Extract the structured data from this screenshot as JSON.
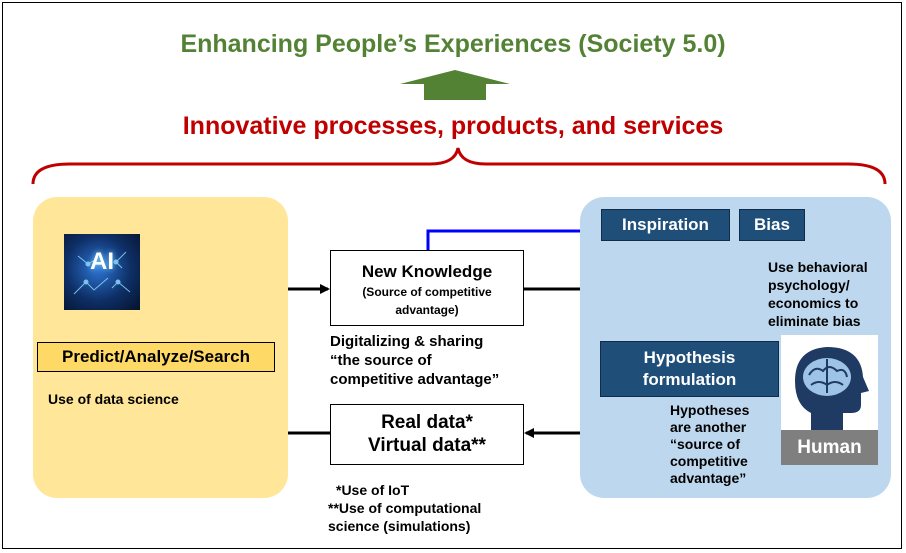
{
  "title_top": "Enhancing People’s Experiences (Society 5.0)",
  "title_mid": "Innovative processes, products, and services",
  "left_panel": {
    "ai_label": "AI",
    "predict_label": "Predict/Analyze/Search",
    "data_science_note": "Use of data science"
  },
  "center": {
    "new_knowledge": {
      "title": "New Knowledge",
      "sub_line1": "(Source of competitive",
      "sub_line2": "advantage)"
    },
    "digitalizing": {
      "line1": "Digitalizing & sharing",
      "line2": "“the source of",
      "line3": "competitive advantage”"
    },
    "data_box": {
      "line1": "Real data*",
      "line2": "Virtual data**"
    },
    "footnotes": {
      "line1": "*Use of IoT",
      "line2": "**Use of computational",
      "line3": "science (simulations)"
    }
  },
  "right_panel": {
    "inspiration": "Inspiration",
    "bias": "Bias",
    "behavioral": {
      "line1": "Use behavioral",
      "line2": "psychology/",
      "line3": "economics to",
      "line4": "eliminate bias"
    },
    "hypothesis": {
      "line1": "Hypothesis",
      "line2": "formulation"
    },
    "hypotheses_note": {
      "line1": "Hypotheses",
      "line2": "are another",
      "line3": "“source of",
      "line4": "competitive",
      "line5": "advantage”"
    },
    "human_label": "Human"
  },
  "colors": {
    "green_title": "#548235",
    "red_title": "#c00000",
    "left_panel": "#ffe699",
    "right_panel": "#bdd7ee",
    "navy_box": "#1f4e79",
    "blue_arrow": "#0000ff"
  }
}
